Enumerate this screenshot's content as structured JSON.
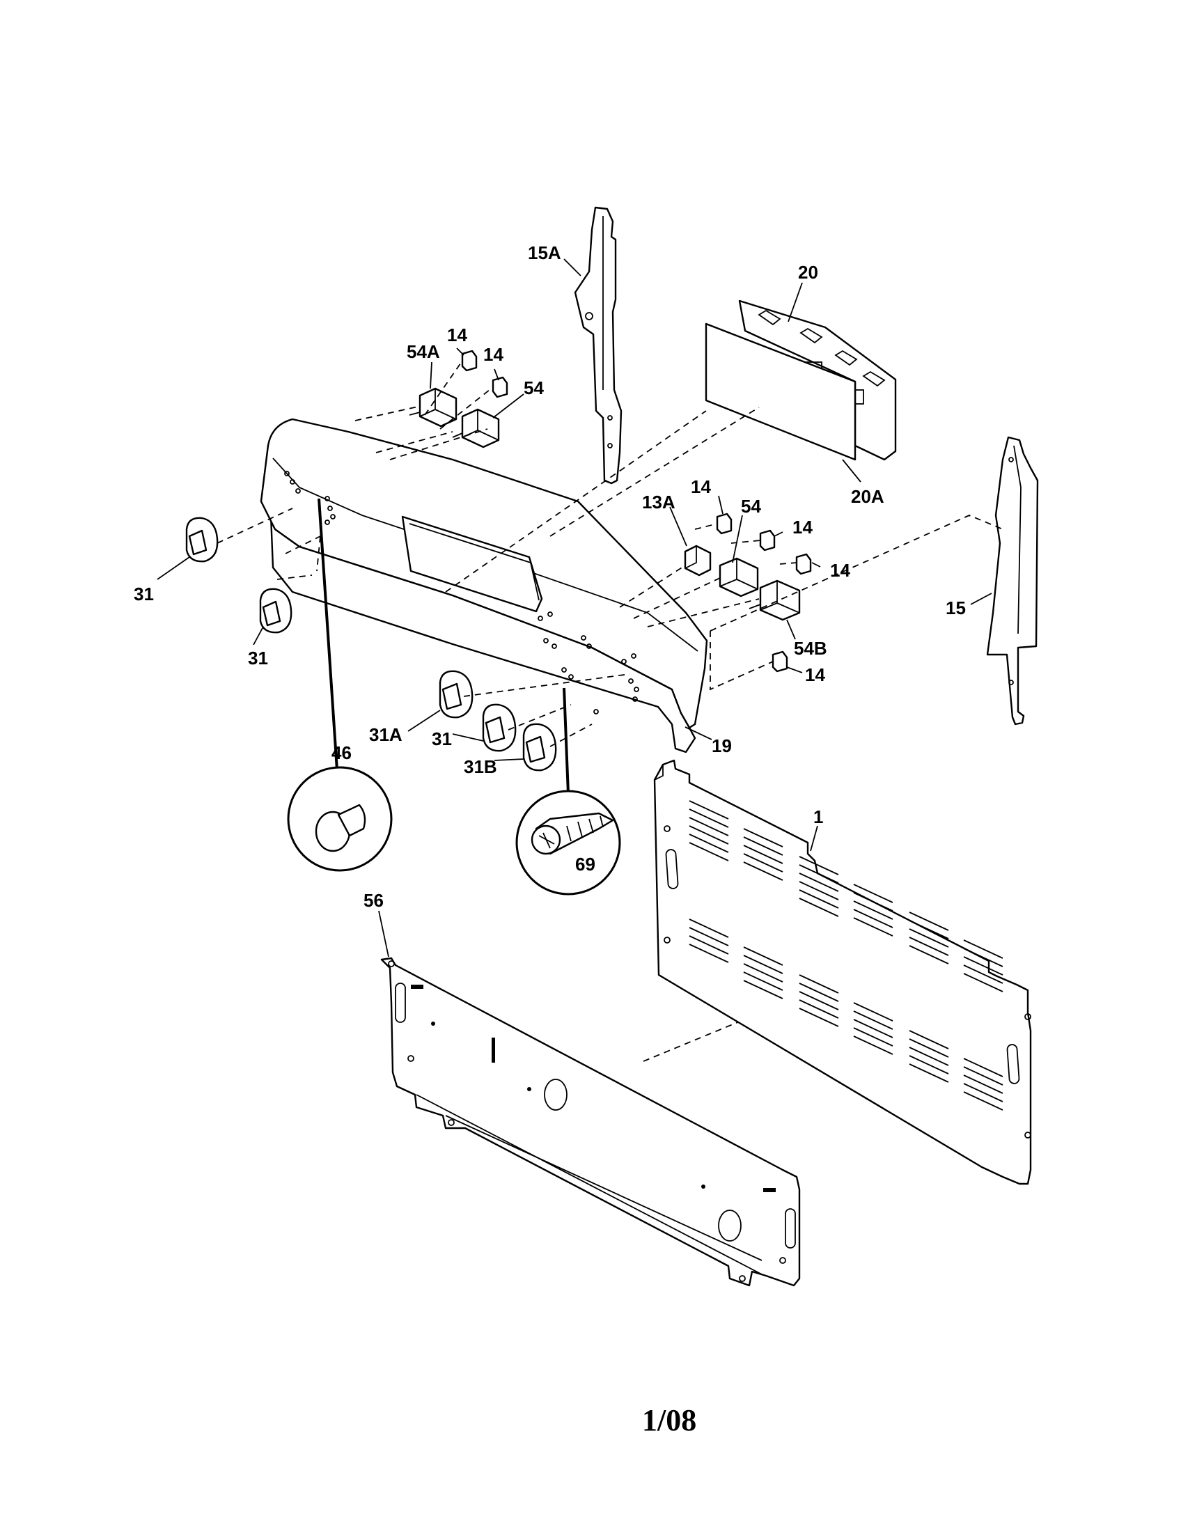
{
  "diagram": {
    "labels": {
      "p15A": "15A",
      "p20": "20",
      "p14a": "14",
      "p54A": "54A",
      "p14b": "14",
      "p54a": "54",
      "p20A": "20A",
      "p14c": "14",
      "p13A": "13A",
      "p54b": "54",
      "p14d": "14",
      "p14e": "14",
      "p15": "15",
      "p31a": "31",
      "p31b": "31",
      "p54B": "54B",
      "p14f": "14",
      "p31A": "31A",
      "p19": "19",
      "p46": "46",
      "p31c": "31",
      "p31B": "31B",
      "p69": "69",
      "p1": "1",
      "p56": "56"
    }
  },
  "footer": {
    "page": "1/08"
  }
}
